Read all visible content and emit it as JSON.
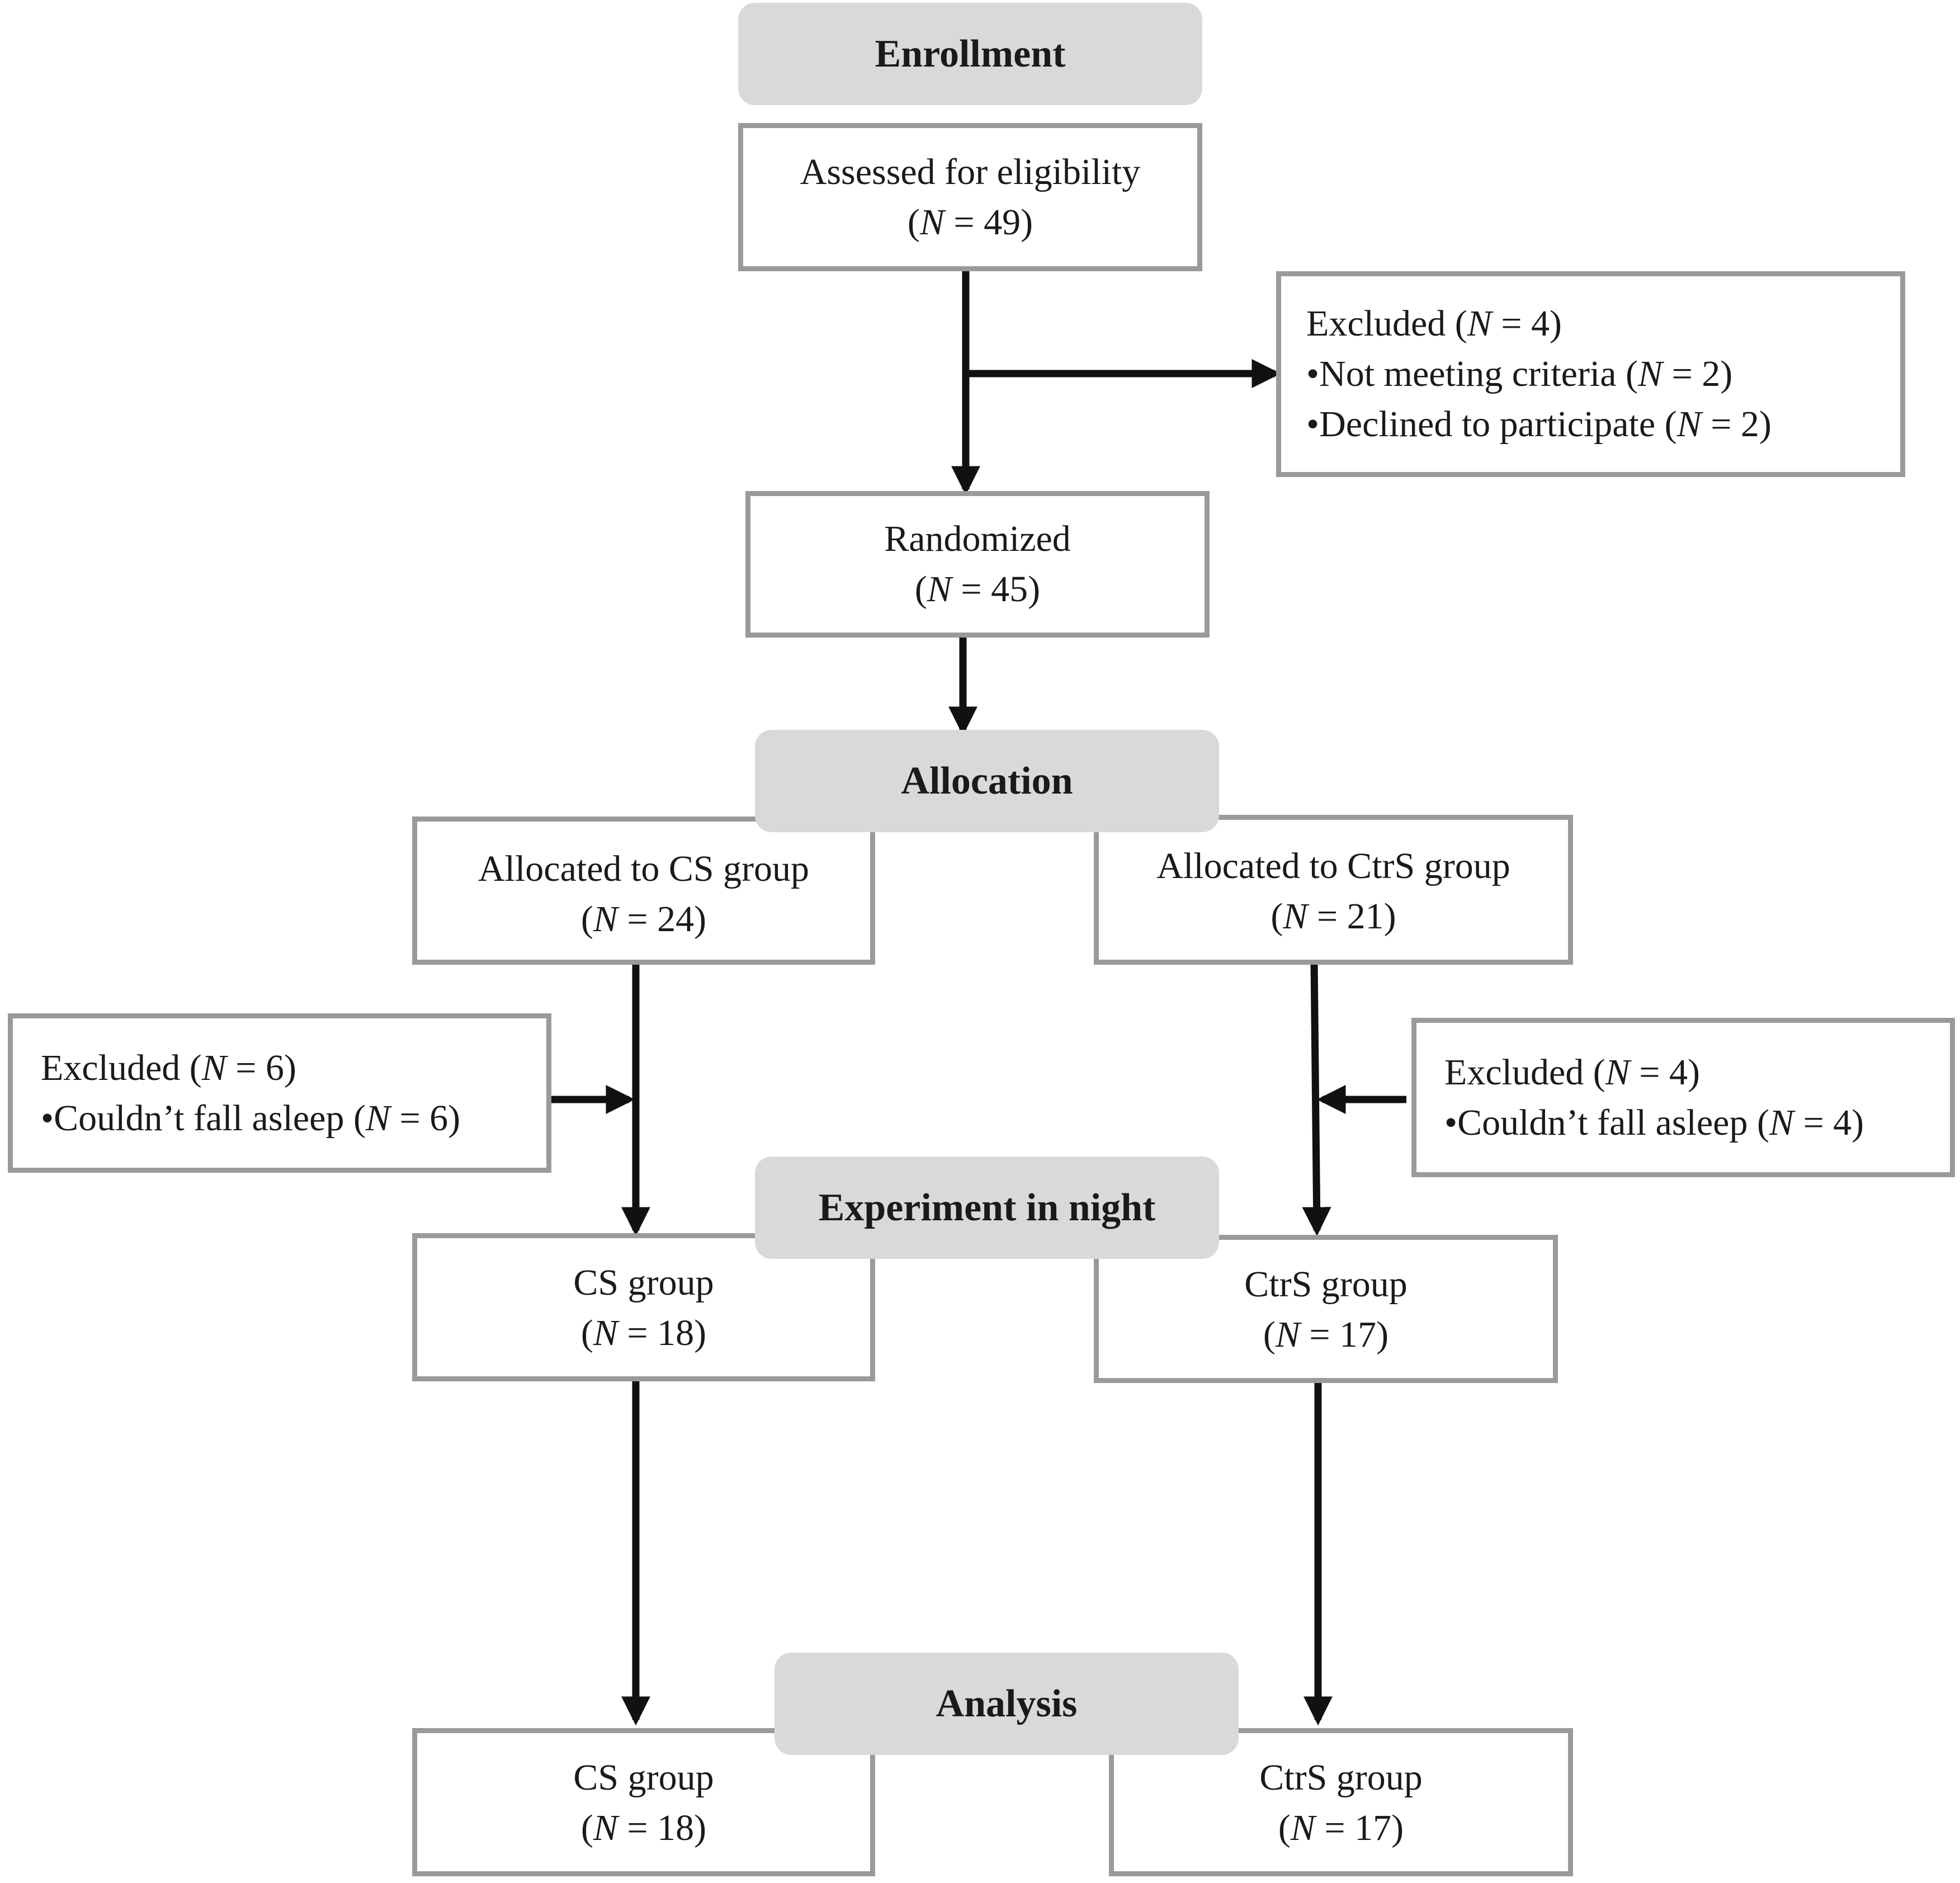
{
  "phases": {
    "enrollment": "Enrollment",
    "allocation": "Allocation",
    "experiment": "Experiment in night",
    "analysis": "Analysis"
  },
  "assessed": {
    "label": "Assessed for eligibility",
    "n_open": "(",
    "n_sym": "N",
    "n_rest": " = 49)"
  },
  "excluded_top": {
    "title": "Excluded (",
    "title_n": "N",
    "title_rest": " = 4)",
    "item1": "•Not meeting criteria (",
    "item1_n": "N",
    "item1_rest": " = 2)",
    "item2": "•Declined to participate (",
    "item2_n": "N",
    "item2_rest": " = 2)"
  },
  "randomized": {
    "label": "Randomized",
    "n_open": "(",
    "n_sym": "N",
    "n_rest": " = 45)"
  },
  "alloc_cs": {
    "label": "Allocated to CS group",
    "n_open": "(",
    "n_sym": "N",
    "n_rest": " = 24)"
  },
  "alloc_ctrs": {
    "label": "Allocated to CtrS group",
    "n_open": "(",
    "n_sym": "N",
    "n_rest": " = 21)"
  },
  "excluded_cs": {
    "title": "Excluded (",
    "title_n": "N",
    "title_rest": " = 6)",
    "item1": "•Couldn’t fall asleep (",
    "item1_n": "N",
    "item1_rest": " = 6)"
  },
  "excluded_ctrs": {
    "title": "Excluded (",
    "title_n": "N",
    "title_rest": " = 4)",
    "item1": "•Couldn’t fall asleep (",
    "item1_n": "N",
    "item1_rest": " = 4)"
  },
  "exp_cs": {
    "label": "CS group",
    "n_open": "(",
    "n_sym": "N",
    "n_rest": " = 18)"
  },
  "exp_ctrs": {
    "label": "CtrS group",
    "n_open": "(",
    "n_sym": "N",
    "n_rest": " = 17)"
  },
  "ana_cs": {
    "label": "CS group",
    "n_open": "(",
    "n_sym": "N",
    "n_rest": " = 18)"
  },
  "ana_ctrs": {
    "label": "CtrS group",
    "n_open": "(",
    "n_sym": "N",
    "n_rest": " = 17)"
  },
  "colors": {
    "box_border": "#9a9a9a",
    "phase_fill": "#d9d9d9",
    "arrow": "#111111"
  }
}
